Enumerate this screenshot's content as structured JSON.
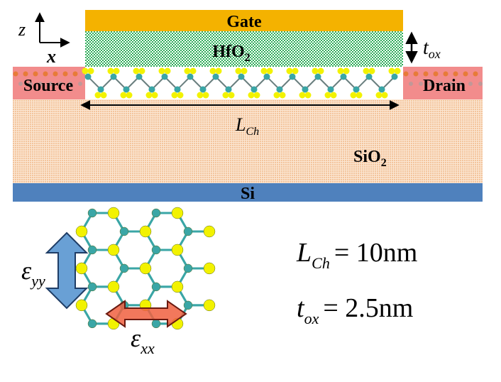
{
  "colors": {
    "gate": "#f4b200",
    "hfo2": "#2fae5a",
    "sio2": "#f6cda8",
    "si": "#4f81bd",
    "contact": "#f28c8c",
    "mos2_s": "#f2f200",
    "mos2_mo": "#3aa6a6",
    "strain_yy": "#4f8fce",
    "strain_xx": "#f06040"
  },
  "axes": {
    "z": "z",
    "x": "x"
  },
  "layers": {
    "gate": "Gate",
    "hfo2_base": "HfO",
    "hfo2_sub": "2",
    "sio2_base": "SiO",
    "sio2_sub": "2",
    "si": "Si"
  },
  "contacts": {
    "source": "Source",
    "drain": "Drain"
  },
  "dims": {
    "tox_base": "t",
    "tox_sub": "ox",
    "lch_base": "L",
    "lch_sub": "Ch"
  },
  "strain": {
    "yy_base": "ε",
    "yy_sub": "yy",
    "xx_base": "ε",
    "xx_sub": "xx"
  },
  "params": {
    "lch_base": "L",
    "lch_sub": "Ch",
    "lch_value": "= 10nm",
    "tox_base": "t",
    "tox_sub": "ox",
    "tox_value": "= 2.5nm"
  }
}
